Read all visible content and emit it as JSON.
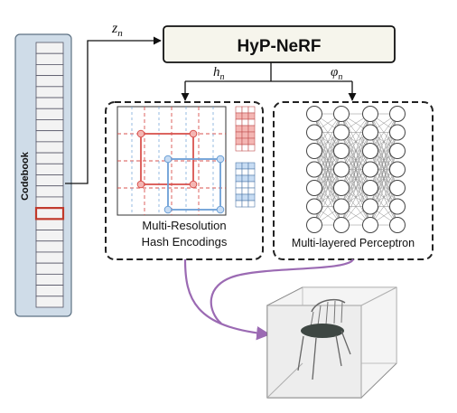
{
  "codebook": {
    "label": "Codebook",
    "cells": 24,
    "highlight_index": 15
  },
  "title_box": {
    "label": "HyP-NeRF"
  },
  "symbols": {
    "z": "z",
    "z_sub": "n",
    "h": "h",
    "h_sub": "n",
    "phi": "φ",
    "phi_sub": "n"
  },
  "hash_panel": {
    "line1": "Multi-Resolution",
    "line2": "Hash Encodings"
  },
  "mlp_panel": {
    "label": "Multi-layered Perceptron",
    "layers": 4,
    "nodes_per_layer": 7
  },
  "colors": {
    "codebook_fill": "#cfdce8",
    "codebook_border": "#5d7183",
    "highlight": "#c0392b",
    "red_grid": "#d9534f",
    "blue_grid": "#6b9fd6",
    "arrow_purple": "#9b6ab3",
    "title_fill": "#f6f5ec",
    "chair_seat": "#3e4743"
  },
  "icons": {
    "render_cube": "chair-render-icon"
  }
}
